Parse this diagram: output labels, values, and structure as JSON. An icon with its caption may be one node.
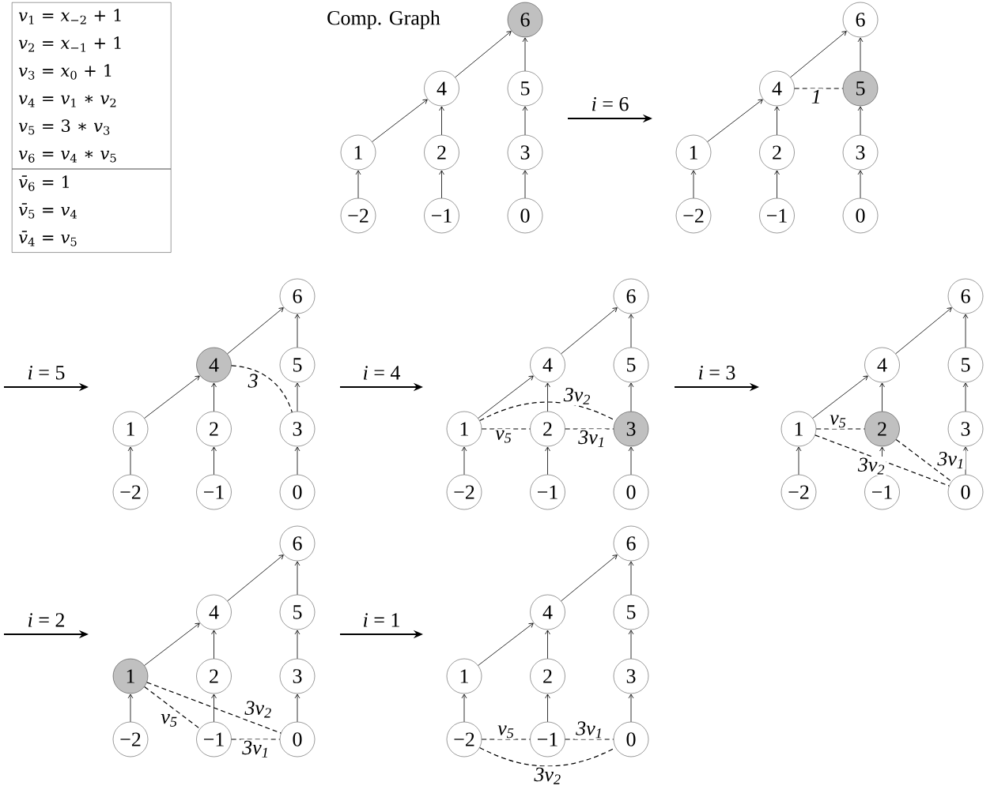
{
  "diagram": {
    "nodes": [
      {
        "text": [
          "*v*$_{1}$ = *x*$_{−2}$ + 1",
          "*v*$_{2}$ = *x*$_{−1}$ + 1",
          "*v*$_{3}$ = *x*$_{0}$ + 1",
          "*v*$_{4}$ = *v*$_{1}$ ∗ *v*$_{2}$",
          "*v*$_{5}$ = 3 ∗ *v*$_{3}$",
          "*v*$_{6}$ = *v*$_{4}$ ∗ *v*$_{5}$"
        ]
      },
      {
        "text": [
          "*v̄*$_{6}$ = 1",
          "*v̄*$_{5}$ = *v*$_{4}$",
          "*v̄*$_{4}$ = *v*$_{5}$"
        ]
      },
      {
        "text": [
          "6"
        ]
      },
      {
        "text": [
          "4"
        ]
      },
      {
        "text": [
          "5"
        ]
      },
      {
        "text": [
          "1"
        ]
      },
      {
        "text": [
          "2"
        ]
      },
      {
        "text": [
          "3"
        ]
      },
      {
        "text": [
          "−2"
        ]
      },
      {
        "text": [
          "−1"
        ]
      },
      {
        "text": [
          "0"
        ]
      },
      {
        "text": [
          "6"
        ]
      },
      {
        "text": [
          "4"
        ]
      },
      {
        "text": [
          "5"
        ]
      },
      {
        "text": [
          "1"
        ]
      },
      {
        "text": [
          "2"
        ]
      },
      {
        "text": [
          "3"
        ]
      },
      {
        "text": [
          "−2"
        ]
      },
      {
        "text": [
          "−1"
        ]
      },
      {
        "text": [
          "0"
        ]
      },
      {
        "text": [
          "6"
        ]
      },
      {
        "text": [
          "4"
        ]
      },
      {
        "text": [
          "5"
        ]
      },
      {
        "text": [
          "1"
        ]
      },
      {
        "text": [
          "2"
        ]
      },
      {
        "text": [
          "3"
        ]
      },
      {
        "text": [
          "−2"
        ]
      },
      {
        "text": [
          "−1"
        ]
      },
      {
        "text": [
          "0"
        ]
      },
      {
        "text": [
          "6"
        ]
      },
      {
        "text": [
          "4"
        ]
      },
      {
        "text": [
          "5"
        ]
      },
      {
        "text": [
          "1"
        ]
      },
      {
        "text": [
          "2"
        ]
      },
      {
        "text": [
          "3"
        ]
      },
      {
        "text": [
          "−2"
        ]
      },
      {
        "text": [
          "−1"
        ]
      },
      {
        "text": [
          "0"
        ]
      },
      {
        "text": [
          "6"
        ]
      },
      {
        "text": [
          "4"
        ]
      },
      {
        "text": [
          "5"
        ]
      },
      {
        "text": [
          "1"
        ]
      },
      {
        "text": [
          "2"
        ]
      },
      {
        "text": [
          "3"
        ]
      },
      {
        "text": [
          "−2"
        ]
      },
      {
        "text": [
          "−1"
        ]
      },
      {
        "text": [
          "0"
        ]
      },
      {
        "text": [
          "6"
        ]
      },
      {
        "text": [
          "4"
        ]
      },
      {
        "text": [
          "5"
        ]
      },
      {
        "text": [
          "1"
        ]
      },
      {
        "text": [
          "2"
        ]
      },
      {
        "text": [
          "3"
        ]
      },
      {
        "text": [
          "−2"
        ]
      },
      {
        "text": [
          "−1"
        ]
      },
      {
        "text": [
          "0"
        ]
      },
      {
        "text": [
          "6"
        ]
      },
      {
        "text": [
          "4"
        ]
      },
      {
        "text": [
          "5"
        ]
      },
      {
        "text": [
          "1"
        ]
      },
      {
        "text": [
          "2"
        ]
      },
      {
        "text": [
          "3"
        ]
      },
      {
        "text": [
          "−2"
        ]
      },
      {
        "text": [
          "−1"
        ]
      },
      {
        "text": [
          "0"
        ]
      }
    ],
    "edges": [
      {
        "from": 8,
        "to": 5,
        "arrow": "to"
      },
      {
        "from": 9,
        "to": 6,
        "arrow": "to"
      },
      {
        "from": 10,
        "to": 7,
        "arrow": "to"
      },
      {
        "from": 5,
        "to": 3,
        "arrow": "to"
      },
      {
        "from": 6,
        "to": 3,
        "arrow": "to"
      },
      {
        "from": 7,
        "to": 4,
        "arrow": "to"
      },
      {
        "from": 3,
        "to": 2,
        "arrow": "to"
      },
      {
        "from": 4,
        "to": 2,
        "arrow": "to"
      },
      {
        "from": 17,
        "to": 14,
        "arrow": "to"
      },
      {
        "from": 18,
        "to": 15,
        "arrow": "to"
      },
      {
        "from": 19,
        "to": 16,
        "arrow": "to"
      },
      {
        "from": 14,
        "to": 12,
        "arrow": "to"
      },
      {
        "from": 15,
        "to": 12,
        "arrow": "to"
      },
      {
        "from": 16,
        "to": 13,
        "arrow": "to"
      },
      {
        "from": 12,
        "to": 11,
        "arrow": "to"
      },
      {
        "from": 13,
        "to": 11,
        "arrow": "to"
      },
      {
        "from": 12,
        "to": 13,
        "arrow": "none",
        "style": "dashed",
        "label": "1"
      },
      {
        "from": 26,
        "to": 23,
        "arrow": "to"
      },
      {
        "from": 27,
        "to": 24,
        "arrow": "to"
      },
      {
        "from": 28,
        "to": 25,
        "arrow": "to"
      },
      {
        "from": 23,
        "to": 21,
        "arrow": "to"
      },
      {
        "from": 24,
        "to": 21,
        "arrow": "to"
      },
      {
        "from": 25,
        "to": 22,
        "arrow": "to"
      },
      {
        "from": 21,
        "to": 20,
        "arrow": "to"
      },
      {
        "from": 22,
        "to": 20,
        "arrow": "to"
      },
      {
        "from": 21,
        "to": 25,
        "arrow": "none",
        "style": "dashed",
        "label": "3"
      },
      {
        "from": 35,
        "to": 32,
        "arrow": "to"
      },
      {
        "from": 36,
        "to": 33,
        "arrow": "to"
      },
      {
        "from": 37,
        "to": 34,
        "arrow": "to"
      },
      {
        "from": 32,
        "to": 30,
        "arrow": "to"
      },
      {
        "from": 33,
        "to": 30,
        "arrow": "to"
      },
      {
        "from": 34,
        "to": 31,
        "arrow": "to"
      },
      {
        "from": 30,
        "to": 29,
        "arrow": "to"
      },
      {
        "from": 31,
        "to": 29,
        "arrow": "to"
      },
      {
        "from": 32,
        "to": 34,
        "arrow": "none",
        "style": "dashed",
        "label": "3v$_{2}$"
      },
      {
        "from": 32,
        "to": 33,
        "arrow": "none",
        "style": "dashed",
        "label": "v$_{5}$"
      },
      {
        "from": 33,
        "to": 34,
        "arrow": "none",
        "style": "dashed",
        "label": "3v$_{1}$"
      },
      {
        "from": 44,
        "to": 41,
        "arrow": "to"
      },
      {
        "from": 45,
        "to": 42,
        "arrow": "to"
      },
      {
        "from": 46,
        "to": 43,
        "arrow": "to"
      },
      {
        "from": 41,
        "to": 39,
        "arrow": "to"
      },
      {
        "from": 42,
        "to": 39,
        "arrow": "to"
      },
      {
        "from": 43,
        "to": 40,
        "arrow": "to"
      },
      {
        "from": 39,
        "to": 38,
        "arrow": "to"
      },
      {
        "from": 40,
        "to": 38,
        "arrow": "to"
      },
      {
        "from": 41,
        "to": 42,
        "arrow": "none",
        "style": "dashed",
        "label": "v$_{5}$"
      },
      {
        "from": 41,
        "to": 46,
        "arrow": "none",
        "style": "dashed",
        "label": "3v$_{2}$"
      },
      {
        "from": 42,
        "to": 46,
        "arrow": "none",
        "style": "dashed",
        "label": "3v$_{1}$"
      },
      {
        "from": 53,
        "to": 50,
        "arrow": "to"
      },
      {
        "from": 54,
        "to": 51,
        "arrow": "to"
      },
      {
        "from": 55,
        "to": 52,
        "arrow": "to"
      },
      {
        "from": 50,
        "to": 48,
        "arrow": "to"
      },
      {
        "from": 51,
        "to": 48,
        "arrow": "to"
      },
      {
        "from": 52,
        "to": 49,
        "arrow": "to"
      },
      {
        "from": 48,
        "to": 47,
        "arrow": "to"
      },
      {
        "from": 49,
        "to": 47,
        "arrow": "to"
      },
      {
        "from": 50,
        "to": 54,
        "arrow": "none",
        "style": "dashed",
        "label": "v$_{5}$"
      },
      {
        "from": 50,
        "to": 55,
        "arrow": "none",
        "style": "dashed",
        "label": "3v$_{2}$"
      },
      {
        "from": 54,
        "to": 55,
        "arrow": "none",
        "style": "dashed",
        "label": "3v$_{1}$"
      },
      {
        "from": 62,
        "to": 59,
        "arrow": "to"
      },
      {
        "from": 63,
        "to": 60,
        "arrow": "to"
      },
      {
        "from": 64,
        "to": 61,
        "arrow": "to"
      },
      {
        "from": 59,
        "to": 57,
        "arrow": "to"
      },
      {
        "from": 60,
        "to": 57,
        "arrow": "to"
      },
      {
        "from": 61,
        "to": 58,
        "arrow": "to"
      },
      {
        "from": 57,
        "to": 56,
        "arrow": "to"
      },
      {
        "from": 58,
        "to": 56,
        "arrow": "to"
      },
      {
        "from": 62,
        "to": 63,
        "arrow": "none",
        "style": "dashed",
        "label": "v$_{5}$"
      },
      {
        "from": 63,
        "to": 64,
        "arrow": "none",
        "style": "dashed",
        "label": "3v$_{1}$"
      },
      {
        "from": 62,
        "to": 64,
        "arrow": "none",
        "style": "dashed",
        "label": "3v$_{2}$"
      }
    ],
    "labels": [
      "Comp. Graph",
      "*i* = 6",
      "*i* = 5",
      "*i* = 4",
      "*i* = 3",
      "*i* = 2",
      "*i* = 1"
    ]
  }
}
